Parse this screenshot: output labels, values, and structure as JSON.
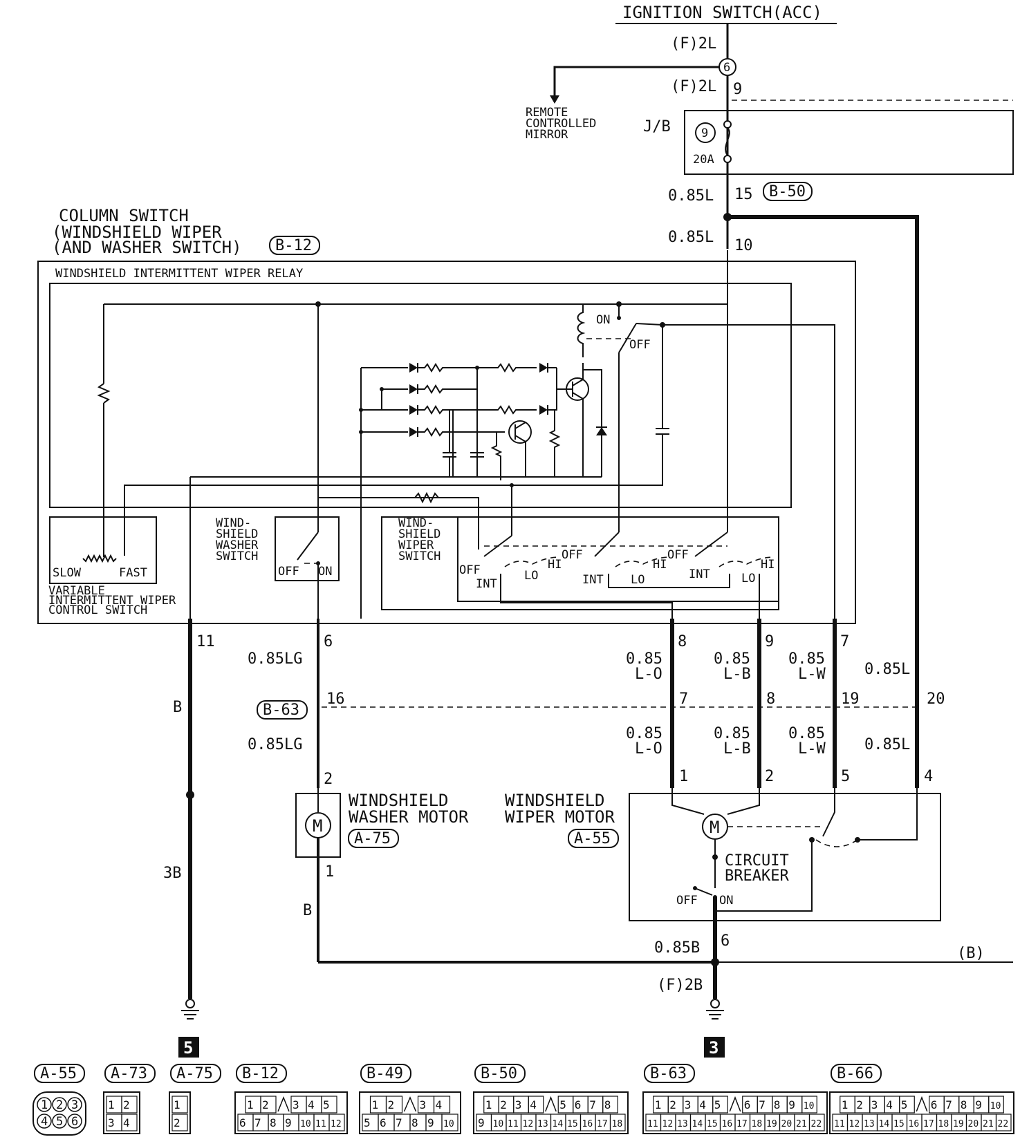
{
  "header": {
    "ignition": "IGNITION SWITCH(ACC)",
    "f2l_top": "(F)2L",
    "f2l_mid": "(F)2L",
    "conn6": "6",
    "pin9": "9",
    "remote_mirror": [
      "REMOTE",
      "CONTROLLED",
      "MIRROR"
    ],
    "jb": "J/B",
    "fuse_no": "9",
    "fuse_rating": "20A",
    "wire_085l_a": "0.85L",
    "pin15": "15",
    "conn_b50_a": "B-50",
    "wire_085l_b": "0.85L",
    "pin10": "10"
  },
  "column_switch": {
    "title": [
      "COLUMN SWITCH",
      "(WINDSHIELD WIPER",
      "(AND WASHER SWITCH)"
    ],
    "conn": "B-12",
    "relay_title": "WINDSHIELD INTERMITTENT WIPER RELAY",
    "relay_on": "ON",
    "relay_off": "OFF",
    "variable_label": [
      "VARIABLE",
      "INTERMITTENT WIPER",
      "CONTROL SWITCH"
    ],
    "slow": "SLOW",
    "fast": "FAST",
    "washer_switch": [
      "WIND-",
      "SHIELD",
      "WASHER",
      "SWITCH"
    ],
    "washer_off": "OFF",
    "washer_on": "ON",
    "wiper_switch": [
      "WIND-",
      "SHIELD",
      "WIPER",
      "SWITCH"
    ],
    "sw_off": "OFF",
    "sw_int": "INT",
    "sw_lo": "LO",
    "sw_hi": "HI"
  },
  "wiring": {
    "pin11": "11",
    "pin6": "6",
    "pin8": "8",
    "pin9": "9",
    "pin7": "7",
    "wire_b": "B",
    "wire_085lg_a": "0.85LG",
    "wire_085lo_a": [
      "0.85",
      "L-O"
    ],
    "wire_085lb_a": [
      "0.85",
      "L-B"
    ],
    "wire_085lw_a": [
      "0.85",
      "L-W"
    ],
    "wire_085l_c": "0.85L",
    "conn_b63": "B-63",
    "pin16": "16",
    "pin7b": "7",
    "pin8b": "8",
    "pin19": "19",
    "pin20": "20",
    "wire_085lg_b": "0.85LG",
    "wire_085lo_b": [
      "0.85",
      "L-O"
    ],
    "wire_085lb_b": [
      "0.85",
      "L-B"
    ],
    "wire_085lw_b": [
      "0.85",
      "L-W"
    ],
    "wire_085l_d": "0.85L",
    "pin2": "2",
    "pin1m": "1",
    "pin2m": "2",
    "pin5m": "5",
    "pin4m": "4",
    "wire_3b": "3B",
    "pin1w": "1",
    "wire_b2": "B",
    "wire_085b": "0.85B",
    "pin6b": "6",
    "f2b": "(F)2B",
    "b_ref": "(B)",
    "ground_left": "5",
    "ground_right": "3"
  },
  "components": {
    "washer_motor": [
      "WINDSHIELD",
      "WASHER MOTOR"
    ],
    "washer_conn": "A-75",
    "wiper_motor": [
      "WINDSHIELD",
      "WIPER MOTOR"
    ],
    "wiper_conn": "A-55",
    "circuit_breaker": [
      "CIRCUIT",
      "BREAKER"
    ],
    "cb_off": "OFF",
    "cb_on": "ON",
    "motor_symbol": "M"
  },
  "connectors": [
    {
      "id": "A-55",
      "rows": [
        [
          "1",
          "2",
          "3"
        ],
        [
          "4",
          "5",
          "6"
        ]
      ]
    },
    {
      "id": "A-73",
      "rows": [
        [
          "1",
          "2"
        ],
        [
          "3",
          "4"
        ]
      ]
    },
    {
      "id": "A-75",
      "rows": [
        [
          "1"
        ],
        [
          "2"
        ]
      ]
    },
    {
      "id": "B-12",
      "rows": [
        [
          "1",
          "2",
          "",
          "3",
          "4",
          "5"
        ],
        [
          "6",
          "7",
          "8",
          "9",
          "10",
          "11",
          "12"
        ]
      ]
    },
    {
      "id": "B-49",
      "rows": [
        [
          "1",
          "2",
          "",
          "3",
          "4"
        ],
        [
          "5",
          "6",
          "7",
          "8",
          "9",
          "10"
        ]
      ]
    },
    {
      "id": "B-50",
      "rows": [
        [
          "1",
          "2",
          "3",
          "4",
          "",
          "5",
          "6",
          "7",
          "8"
        ],
        [
          "9",
          "10",
          "11",
          "12",
          "13",
          "14",
          "15",
          "16",
          "17",
          "18"
        ]
      ]
    },
    {
      "id": "B-63",
      "rows": [
        [
          "1",
          "2",
          "3",
          "4",
          "5",
          "",
          "6",
          "7",
          "8",
          "9",
          "10"
        ],
        [
          "11",
          "12",
          "13",
          "14",
          "15",
          "16",
          "17",
          "18",
          "19",
          "20",
          "21",
          "22"
        ]
      ]
    },
    {
      "id": "B-66",
      "rows": [
        [
          "1",
          "2",
          "3",
          "4",
          "5",
          "",
          "6",
          "7",
          "8",
          "9",
          "10"
        ],
        [
          "11",
          "12",
          "13",
          "14",
          "15",
          "16",
          "17",
          "18",
          "19",
          "20",
          "21",
          "22"
        ]
      ]
    }
  ]
}
